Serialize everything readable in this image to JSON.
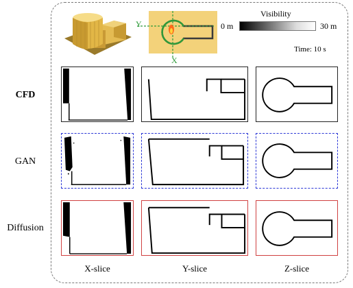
{
  "rows": [
    {
      "label": "CFD",
      "bold": true
    },
    {
      "label": "GAN",
      "bold": false
    },
    {
      "label": "Diffusion",
      "bold": false
    }
  ],
  "columns": [
    "X-slice",
    "Y-slice",
    "Z-slice"
  ],
  "legend": {
    "title": "Visibility",
    "min_label": "0 m",
    "max_label": "30 m",
    "time_label": "Time: 10 s"
  },
  "plan": {
    "axis_y": "Y",
    "axis_x": "X"
  },
  "colors": {
    "cfd_border": "#222222",
    "gan_border": "#2a36d6",
    "diffusion_border": "#d04040",
    "plan_fill": "#f3d27a",
    "axis_green": "#2f9b3a",
    "building_fill": "#e8c25a"
  }
}
